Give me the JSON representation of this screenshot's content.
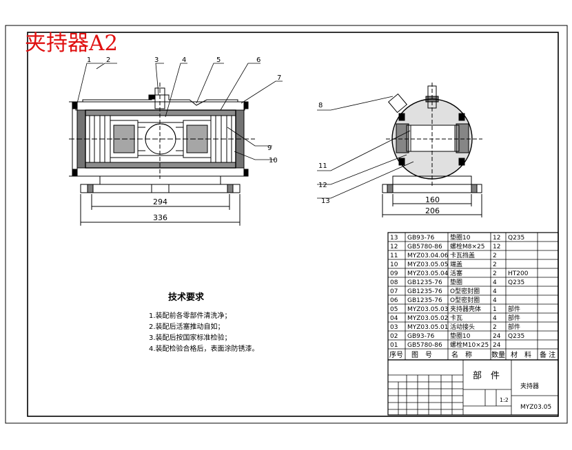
{
  "drawing": {
    "title": "夹持器A2",
    "part_labels": [
      "1",
      "2",
      "3",
      "4",
      "5",
      "6",
      "7",
      "8",
      "9",
      "10",
      "11",
      "12",
      "13"
    ],
    "dimensions": {
      "front_inner": "294",
      "front_outer": "336",
      "side_inner": "160",
      "side_outer": "206"
    },
    "tech": {
      "heading": "技术要求",
      "lines": [
        "1.装配前各零部件清洗净；",
        "2.装配后活塞推动自如；",
        "3.装配后按国家标准检验；",
        "4.装配检验合格后，表面涂防锈漆。"
      ]
    },
    "bom": {
      "rows": [
        [
          "13",
          "GB93-76",
          "垫圈10",
          "12",
          "Q235"
        ],
        [
          "12",
          "GB5780-86",
          "螺栓M8×25",
          "12",
          ""
        ],
        [
          "11",
          "MYZ03.04.06",
          "卡瓦挡盖",
          "2",
          ""
        ],
        [
          "10",
          "MYZ03.05.05",
          "端盖",
          "2",
          ""
        ],
        [
          "09",
          "MYZ03.05.04",
          "活塞",
          "2",
          "HT200"
        ],
        [
          "08",
          "GB1235-76",
          "垫圈",
          "4",
          "Q235"
        ],
        [
          "07",
          "GB1235-76",
          "O型密封圈",
          "4",
          ""
        ],
        [
          "06",
          "GB1235-76",
          "O型密封圈",
          "4",
          ""
        ],
        [
          "05",
          "MYZ03.05.03",
          "夹持器壳体",
          "1",
          "部件"
        ],
        [
          "04",
          "MYZ03.05.02",
          "卡瓦",
          "4",
          "部件"
        ],
        [
          "03",
          "MYZ03.05.01",
          "活动接头",
          "2",
          "部件"
        ],
        [
          "02",
          "GB93-76",
          "垫圈10",
          "24",
          "Q235"
        ],
        [
          "01",
          "GB5780-86",
          "螺栓M10×25",
          "24",
          ""
        ]
      ],
      "header": [
        "序号",
        "图　号",
        "名　称",
        "数量",
        "材　料",
        "备 注"
      ]
    },
    "titleblock": {
      "category": "部　件",
      "name": "夹持器",
      "scale": "1:2",
      "code": "MYZ03.05"
    }
  }
}
